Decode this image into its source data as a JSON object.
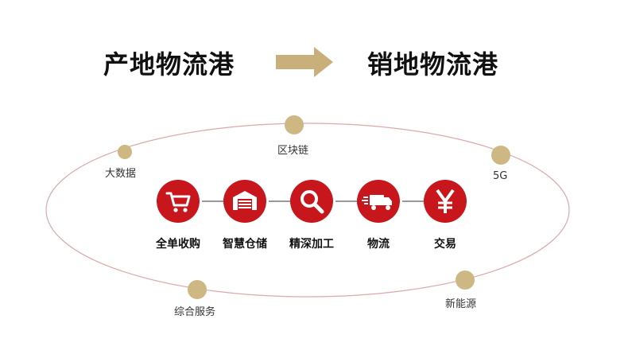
{
  "header": {
    "from": "产地物流港",
    "to": "销地物流港"
  },
  "ring_nodes": [
    {
      "label": "区块链"
    },
    {
      "label": "大数据"
    },
    {
      "label": "5G"
    },
    {
      "label": "综合服务"
    },
    {
      "label": "新能源"
    }
  ],
  "process": [
    {
      "label": "全单收购",
      "icon": "shopping-cart-icon"
    },
    {
      "label": "智慧仓储",
      "icon": "warehouse-icon"
    },
    {
      "label": "精深加工",
      "icon": "magnifier-icon"
    },
    {
      "label": "物流",
      "icon": "truck-icon"
    },
    {
      "label": "交易",
      "icon": "yen-icon"
    }
  ],
  "colors": {
    "accent_red": "#c8161d",
    "gold": "#cdb783",
    "ring": "#d9a9ab"
  }
}
